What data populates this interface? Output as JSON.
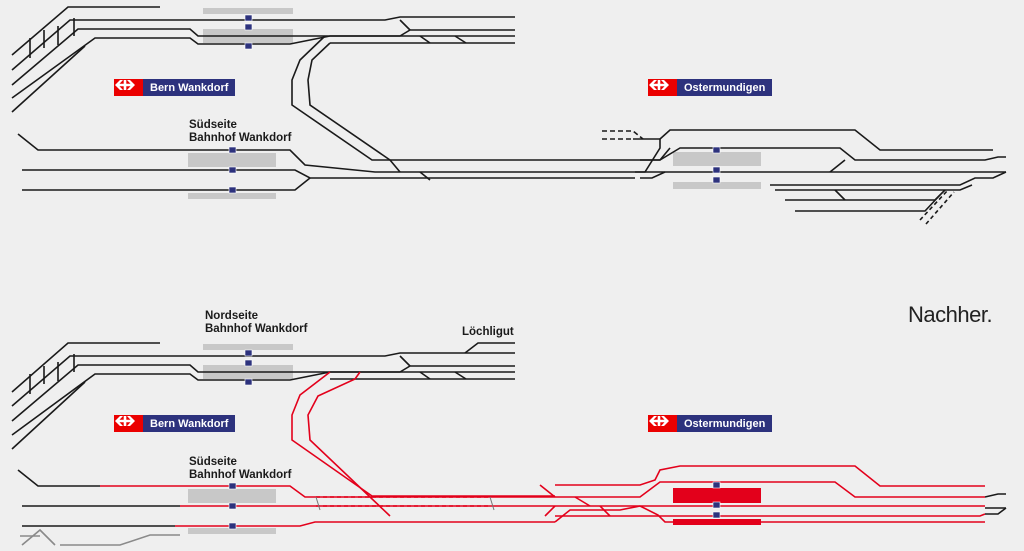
{
  "diagram": {
    "status_label": "Nachher.",
    "colors": {
      "track": "#1a1a1a",
      "new_track": "#e3001b",
      "platform": "#c8c8c8",
      "new_platform": "#e3001b",
      "sbb_red": "#eb0000",
      "sbb_blue": "#2d327d"
    },
    "before": {
      "stations": [
        {
          "name": "Bern Wankdorf",
          "icon": "sbb-logo-icon"
        },
        {
          "name": "Ostermundigen",
          "icon": "sbb-logo-icon"
        }
      ],
      "labels": {
        "south_side": [
          "Südseite",
          "Bahnhof Wankdorf"
        ]
      }
    },
    "after": {
      "stations": [
        {
          "name": "Bern Wankdorf",
          "icon": "sbb-logo-icon"
        },
        {
          "name": "Ostermundigen",
          "icon": "sbb-logo-icon"
        }
      ],
      "labels": {
        "north_side": [
          "Nordseite",
          "Bahnhof Wankdorf"
        ],
        "south_side": [
          "Südseite",
          "Bahnhof Wankdorf"
        ],
        "loechligut": "Löchligut"
      }
    }
  }
}
